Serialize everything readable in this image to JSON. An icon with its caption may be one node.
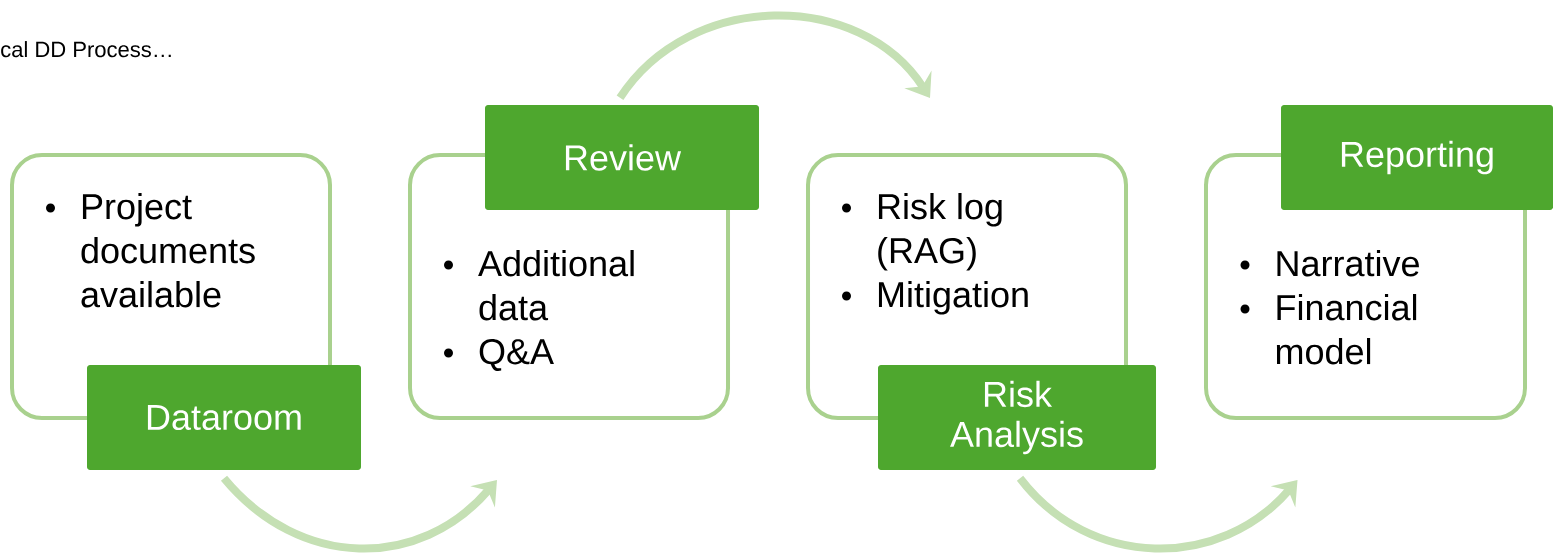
{
  "diagram": {
    "title": "cal DD Process…",
    "nodes": [
      {
        "text": [
          "Project documents available"
        ]
      },
      {
        "text": [
          "Dataroom"
        ]
      },
      {
        "text": [
          "Additional data",
          "Q&A"
        ]
      },
      {
        "text": [
          "Review"
        ]
      },
      {
        "text": [
          "Risk log (RAG)",
          "Mitigation"
        ]
      },
      {
        "text": [
          "Risk Analysis"
        ]
      },
      {
        "text": [
          "Narrative",
          "Financial model"
        ]
      },
      {
        "text": [
          "Reporting"
        ]
      }
    ],
    "edges": [
      {
        "from": 1,
        "to": 2,
        "arrow": "to"
      },
      {
        "from": 3,
        "to": 4,
        "arrow": "to"
      },
      {
        "from": 5,
        "to": 6,
        "arrow": "to"
      }
    ]
  }
}
